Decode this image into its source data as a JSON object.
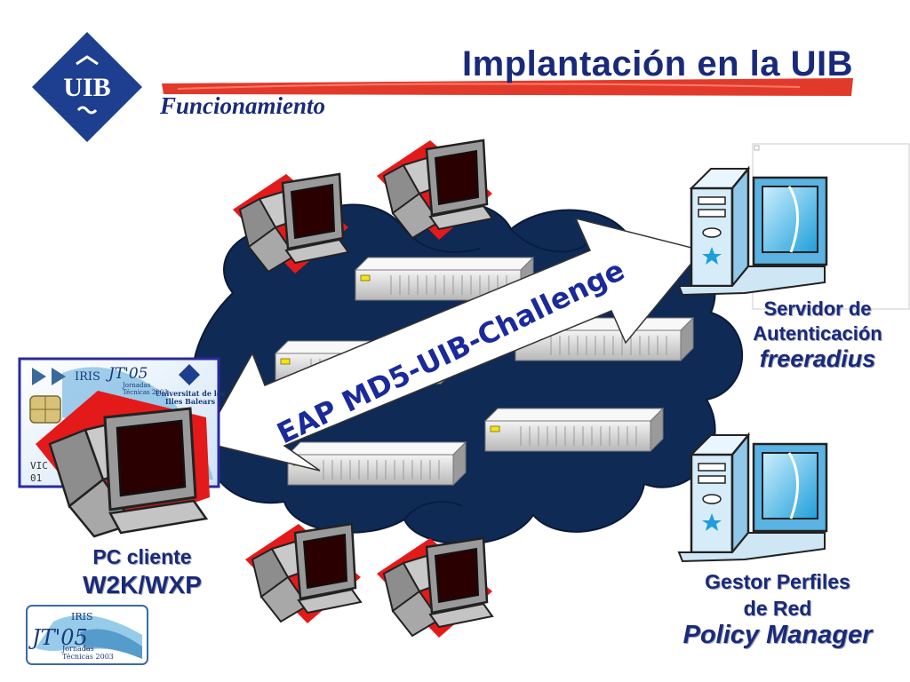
{
  "slide": {
    "title": "Implantación en la UIB",
    "subtitle": "Funcionamiento"
  },
  "logo": {
    "text": "UIB"
  },
  "arrow": {
    "text": "EAP MD5-UIB-Challenge"
  },
  "client": {
    "label_line1": "PC cliente",
    "label_line2": "W2K/WXP"
  },
  "auth_server": {
    "label_line1": "Servidor de",
    "label_line2": "Autenticación",
    "label_line3": "freeradius"
  },
  "profile_manager": {
    "label_line1": "Gestor Perfiles",
    "label_line2": "de Red",
    "label_line3": "Policy Manager"
  },
  "smart_card": {
    "text_iris": "IRIS",
    "text_jt": "JT'05",
    "text_jornadas": "Jornadas",
    "text_tecnicas": "Técnicas 2003",
    "text_univ1": "Universitat de les",
    "text_univ2": "Illes Balears",
    "text_name": "VIC",
    "text_num": "01"
  },
  "jt_logo": {
    "text_iris": "IRIS",
    "text_jt": "JT'05",
    "text_jornadas": "Jornadas",
    "text_tecnicas": "Técnicas 2003"
  },
  "colors": {
    "title": "#1a2a7a",
    "cloud": "#0f2a55",
    "red_accent": "#e41a1a",
    "logo_blue": "#1e3f8f"
  }
}
